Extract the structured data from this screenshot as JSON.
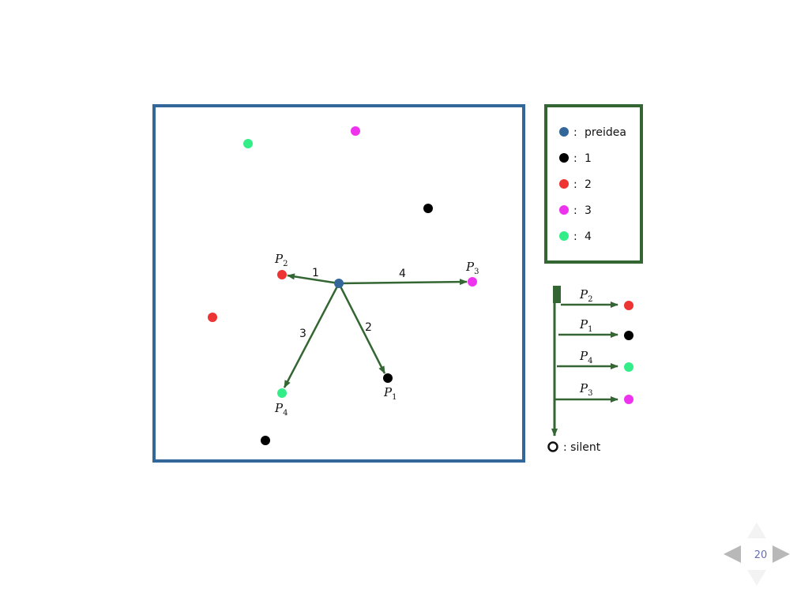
{
  "colors": {
    "frame": "#336699",
    "legend_frame": "#336633",
    "arrow": "#336633",
    "preidea": "#336699",
    "c1": "#000000",
    "c2": "#ee3333",
    "c3": "#ee33ee",
    "c4": "#33ee88"
  },
  "legend": {
    "items": [
      {
        "color_key": "preidea",
        "sep": ":",
        "label": "preidea"
      },
      {
        "color_key": "c1",
        "sep": ":",
        "label": "1"
      },
      {
        "color_key": "c2",
        "sep": ":",
        "label": "2"
      },
      {
        "color_key": "c3",
        "sep": ":",
        "label": "3"
      },
      {
        "color_key": "c4",
        "sep": ":",
        "label": "4"
      }
    ]
  },
  "diagram": {
    "arrow_labels": [
      "1",
      "4",
      "3",
      "2"
    ],
    "point_labels": {
      "p2": {
        "base": "P",
        "sub": "2"
      },
      "p3": {
        "base": "P",
        "sub": "3"
      },
      "p4": {
        "base": "P",
        "sub": "4"
      },
      "p1": {
        "base": "P",
        "sub": "1"
      }
    }
  },
  "order": {
    "rows": [
      {
        "base": "P",
        "sub": "2",
        "color_key": "c2"
      },
      {
        "base": "P",
        "sub": "1",
        "color_key": "c1"
      },
      {
        "base": "P",
        "sub": "4",
        "color_key": "c4"
      },
      {
        "base": "P",
        "sub": "3",
        "color_key": "c3"
      }
    ],
    "silent_label": ": silent"
  },
  "nav": {
    "page_number": "20",
    "prev_icon": "triangle-left-icon",
    "next_icon": "triangle-right-icon"
  }
}
